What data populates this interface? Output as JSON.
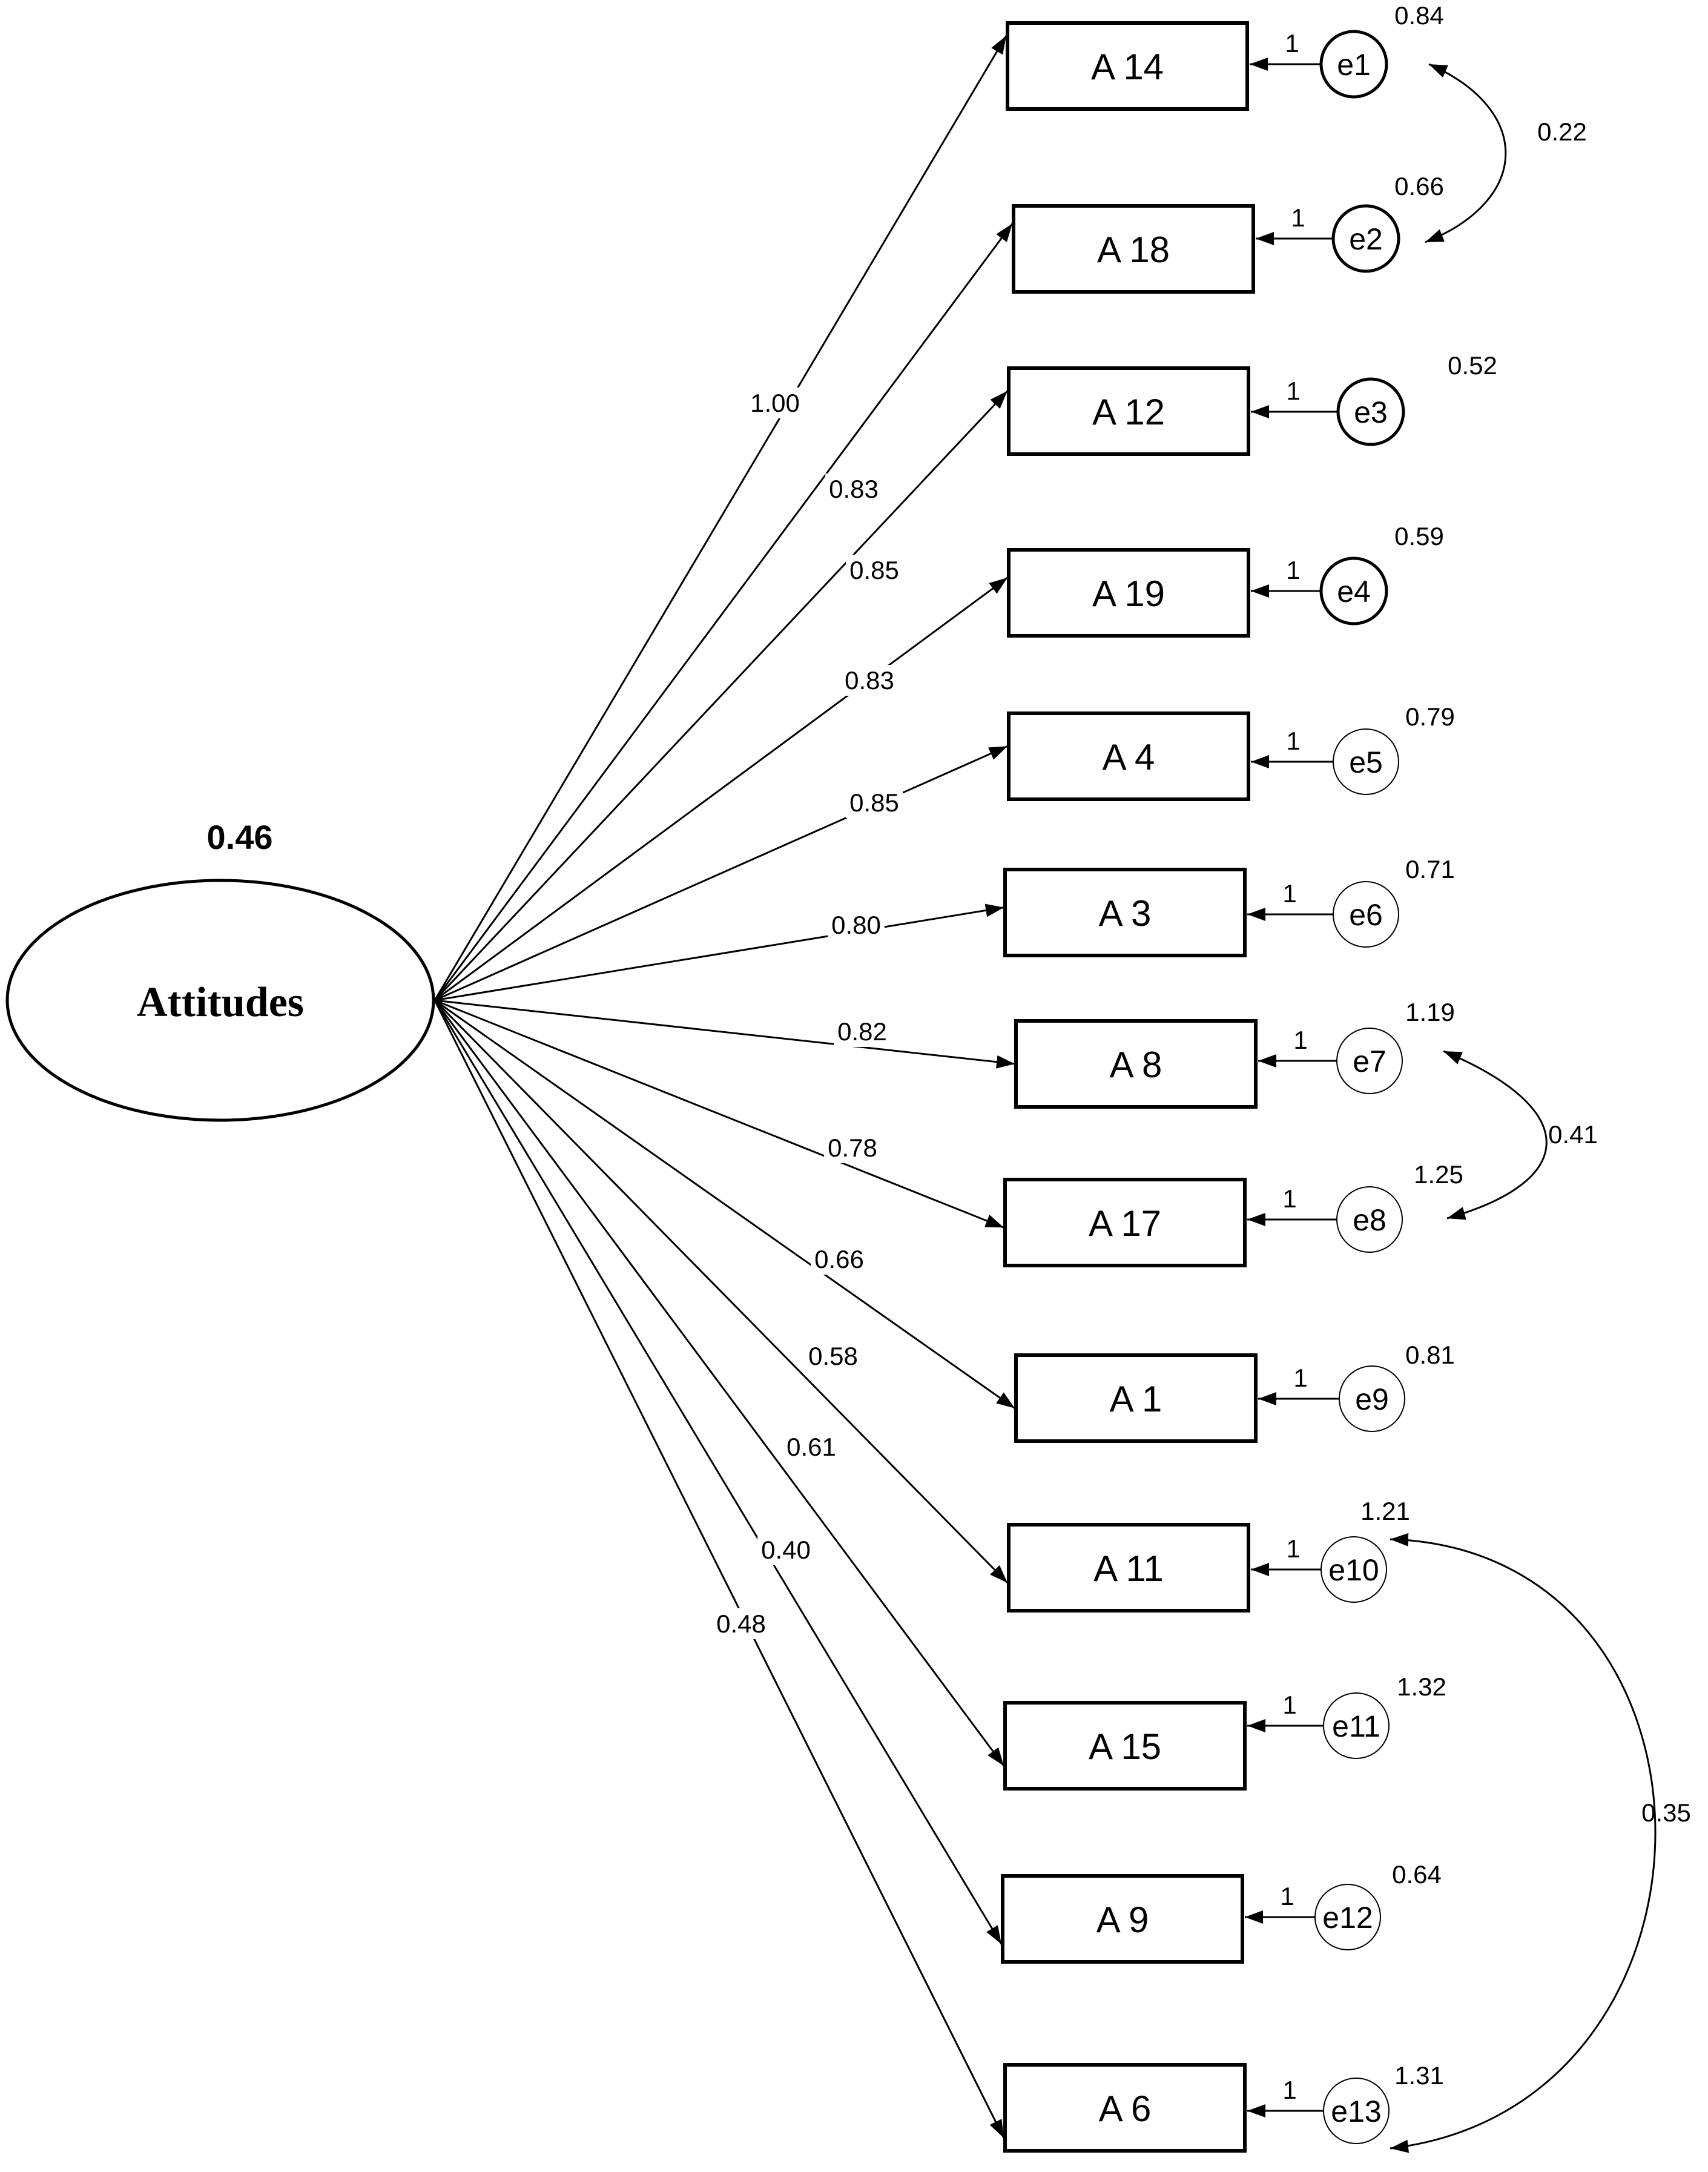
{
  "latent": {
    "name": "Attitudes",
    "variance": "0.46"
  },
  "indicators": [
    {
      "label": "A 14",
      "loading": "1.00",
      "error": "e1",
      "error_variance": "0.84",
      "fixed": "1"
    },
    {
      "label": "A 18",
      "loading": "0.83",
      "error": "e2",
      "error_variance": "0.66",
      "fixed": "1"
    },
    {
      "label": "A 12",
      "loading": "0.85",
      "error": "e3",
      "error_variance": "0.52",
      "fixed": "1"
    },
    {
      "label": "A 19",
      "loading": "0.83",
      "error": "e4",
      "error_variance": "0.59",
      "fixed": "1"
    },
    {
      "label": "A 4",
      "loading": "0.85",
      "error": "e5",
      "error_variance": "0.79",
      "fixed": "1"
    },
    {
      "label": "A 3",
      "loading": "0.80",
      "error": "e6",
      "error_variance": "0.71",
      "fixed": "1"
    },
    {
      "label": "A 8",
      "loading": "0.82",
      "error": "e7",
      "error_variance": "1.19",
      "fixed": "1"
    },
    {
      "label": "A 17",
      "loading": "0.78",
      "error": "e8",
      "error_variance": "1.25",
      "fixed": "1"
    },
    {
      "label": "A 1",
      "loading": "0.66",
      "error": "e9",
      "error_variance": "0.81",
      "fixed": "1"
    },
    {
      "label": "A 11",
      "loading": "0.58",
      "error": "e10",
      "error_variance": "1.21",
      "fixed": "1"
    },
    {
      "label": "A 15",
      "loading": "0.61",
      "error": "e11",
      "error_variance": "1.32",
      "fixed": "1"
    },
    {
      "label": "A 9",
      "loading": "0.40",
      "error": "e12",
      "error_variance": "0.64",
      "fixed": "1"
    },
    {
      "label": "A 6",
      "loading": "0.48",
      "error": "e13",
      "error_variance": "1.31",
      "fixed": "1"
    }
  ],
  "covariances": [
    {
      "from": "e1",
      "to": "e2",
      "value": "0.22"
    },
    {
      "from": "e7",
      "to": "e8",
      "value": "0.41"
    },
    {
      "from": "e10",
      "to": "e13",
      "value": "0.35"
    }
  ],
  "colors": {
    "stroke": "#000000",
    "background": "#ffffff"
  }
}
